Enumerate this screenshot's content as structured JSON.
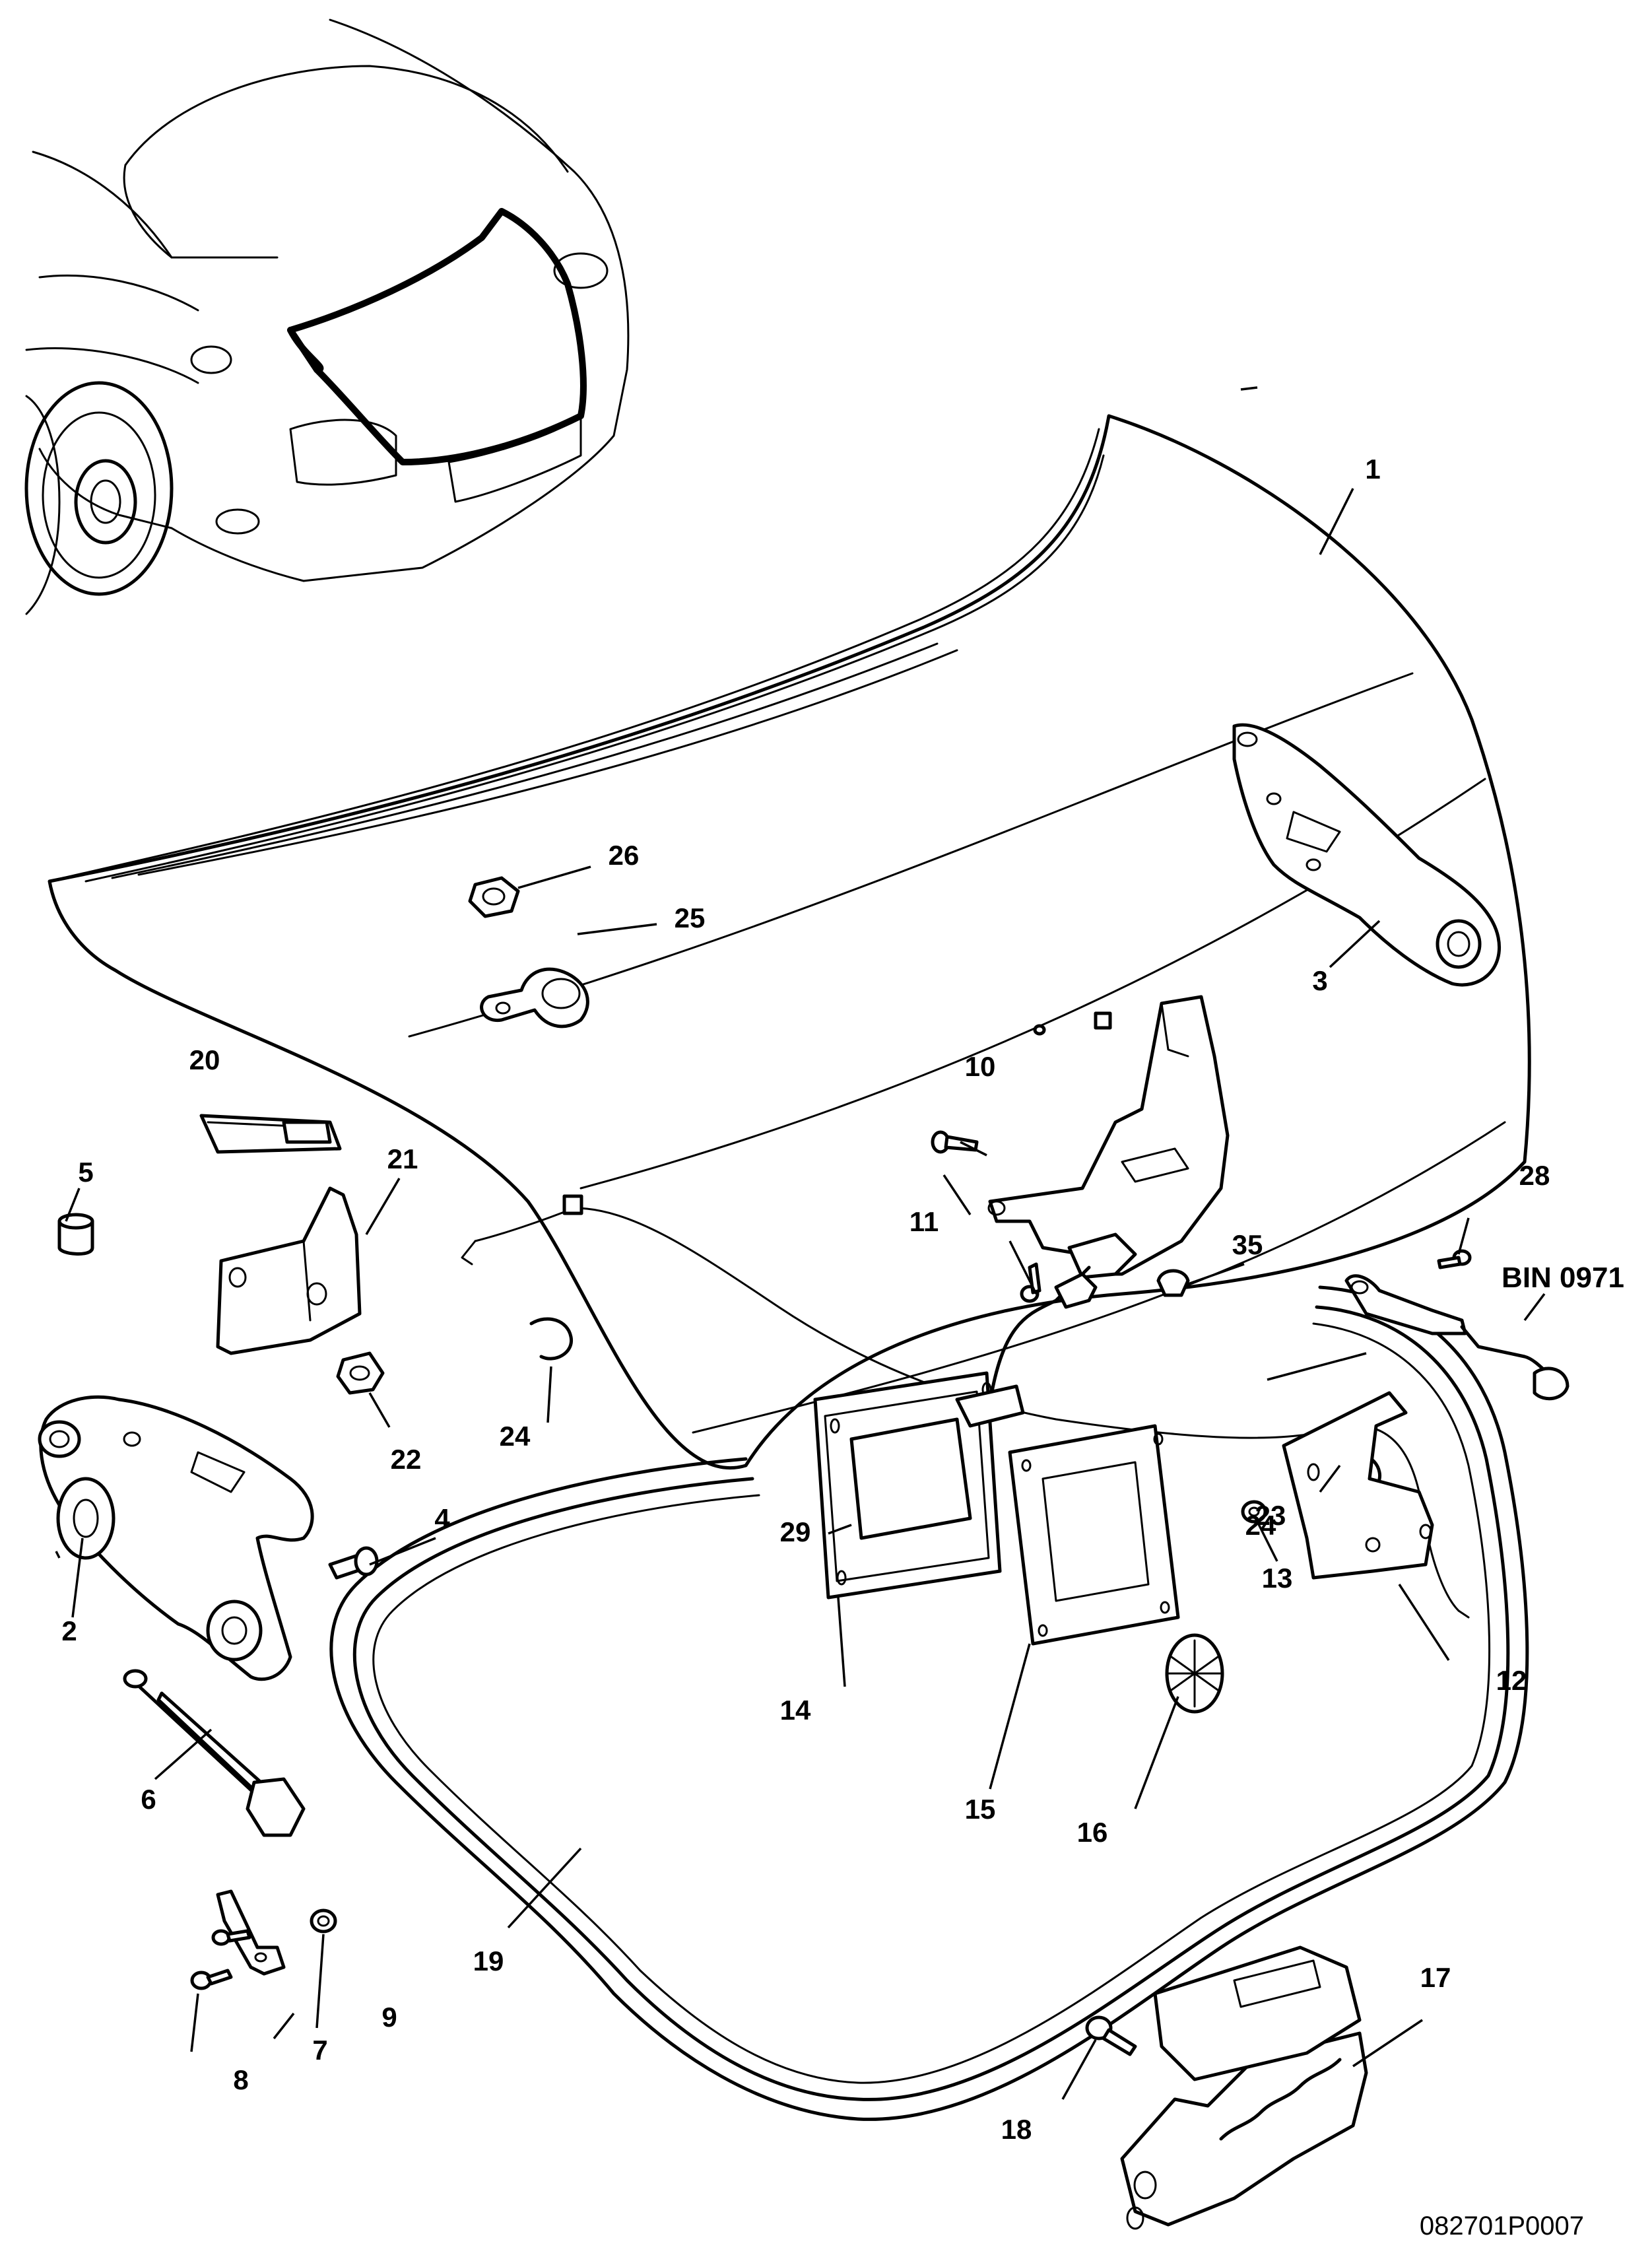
{
  "diagram": {
    "drawing_code": "082701P0007",
    "bin_reference": "BIN 0971",
    "parts": [
      {
        "key": "p1",
        "number": "1"
      },
      {
        "key": "p2",
        "number": "2"
      },
      {
        "key": "p3",
        "number": "3"
      },
      {
        "key": "p4",
        "number": "4"
      },
      {
        "key": "p5",
        "number": "5"
      },
      {
        "key": "p6",
        "number": "6"
      },
      {
        "key": "p7",
        "number": "7"
      },
      {
        "key": "p8",
        "number": "8"
      },
      {
        "key": "p9",
        "number": "9"
      },
      {
        "key": "p10",
        "number": "10"
      },
      {
        "key": "p11",
        "number": "11"
      },
      {
        "key": "p12",
        "number": "12"
      },
      {
        "key": "p13",
        "number": "13"
      },
      {
        "key": "p14",
        "number": "14"
      },
      {
        "key": "p15",
        "number": "15"
      },
      {
        "key": "p16",
        "number": "16"
      },
      {
        "key": "p17",
        "number": "17"
      },
      {
        "key": "p18",
        "number": "18"
      },
      {
        "key": "p19",
        "number": "19"
      },
      {
        "key": "p20",
        "number": "20"
      },
      {
        "key": "p21",
        "number": "21"
      },
      {
        "key": "p22",
        "number": "22"
      },
      {
        "key": "p23",
        "number": "23"
      },
      {
        "key": "p24a",
        "number": "24"
      },
      {
        "key": "p24b",
        "number": "24"
      },
      {
        "key": "p25",
        "number": "25"
      },
      {
        "key": "p26",
        "number": "26"
      },
      {
        "key": "p28",
        "number": "28"
      },
      {
        "key": "p29",
        "number": "29"
      },
      {
        "key": "p35",
        "number": "35"
      }
    ]
  }
}
